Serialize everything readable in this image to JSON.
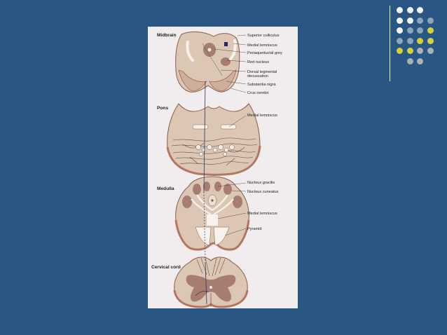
{
  "colors": {
    "background": "#2a5683",
    "paper": "#f1ecee",
    "tissue": "#dcc6b4",
    "tissue_edge": "#9a6a55",
    "nucleus": "#a77d72",
    "dot_white": "#f4f6f8",
    "dot_blue": "#8ea7b8",
    "dot_yellow": "#d3d23e",
    "dot_grey": "#a9b1b9"
  },
  "decor": {
    "dot_grid": [
      [
        "white",
        "white",
        "white",
        ""
      ],
      [
        "white",
        "white",
        "blue",
        "blue"
      ],
      [
        "white",
        "blue",
        "blue",
        "yellow"
      ],
      [
        "blue",
        "blue",
        "yellow",
        "yellow"
      ],
      [
        "yellow",
        "yellow",
        "grey",
        "grey"
      ],
      [
        "",
        "grey",
        "grey",
        ""
      ]
    ]
  },
  "figure": {
    "sections": {
      "midbrain": "Midbrain",
      "pons": "Pons",
      "medulla": "Medulla",
      "cervical": "Cervical cord"
    },
    "midbrain_labels": {
      "superior_colliculus": "Superior colliculus",
      "medial_lemniscus": "Medial lemniscus",
      "periaqueductal_grey": "Periaqueductal grey",
      "red_nucleus": "Red nucleus",
      "dorsal_tegmental_1": "Dorsal tegmental",
      "dorsal_tegmental_2": "decussation",
      "substantia_nigra": "Substantia nigra",
      "crus_cerebri": "Crus cerebri"
    },
    "pons_labels": {
      "medial_lemniscus": "Medial lemniscus"
    },
    "medulla_labels": {
      "nucleus_gracilis": "Nucleus gracilis",
      "nucleus_cuneatus": "Nucleus cuneatus",
      "medial_lemniscus": "Medial lemniscus",
      "pyramid": "Pyramid"
    }
  }
}
